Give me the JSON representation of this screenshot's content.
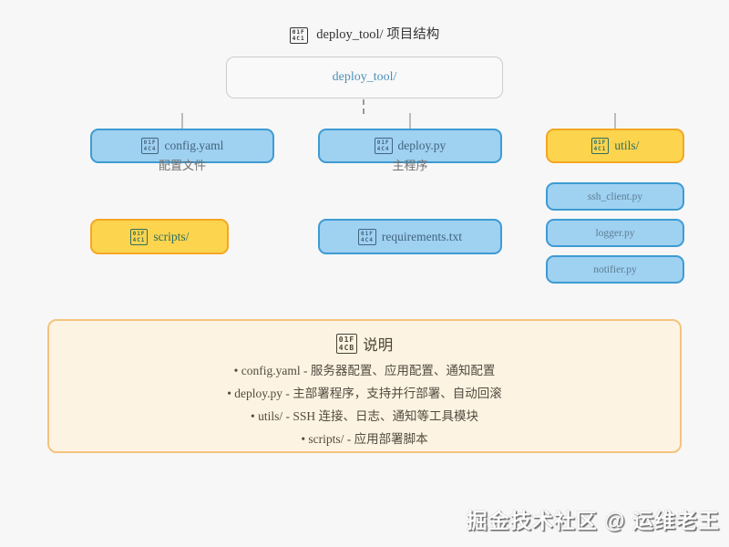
{
  "title": {
    "tofu_top": "01F",
    "tofu_bottom": "4C1",
    "text": "deploy_tool/ 项目结构"
  },
  "root_node": {
    "label": "deploy_tool/"
  },
  "nodes": {
    "config": {
      "tofu_top": "01F",
      "tofu_bottom": "4C4",
      "label": "config.yaml",
      "caption": "配置文件"
    },
    "deploy": {
      "tofu_top": "01F",
      "tofu_bottom": "4C4",
      "label": "deploy.py",
      "caption": "主程序"
    },
    "utils": {
      "tofu_top": "01F",
      "tofu_bottom": "4C1",
      "label": "utils/"
    },
    "scripts": {
      "tofu_top": "01F",
      "tofu_bottom": "4C1",
      "label": "scripts/"
    },
    "requirements": {
      "tofu_top": "01F",
      "tofu_bottom": "4C4",
      "label": "requirements.txt"
    },
    "utils_children": [
      "ssh_client.py",
      "logger.py",
      "notifier.py"
    ]
  },
  "legend": {
    "tofu_top": "01F",
    "tofu_bottom": "4CB",
    "title": "说明",
    "items": [
      "• config.yaml - 服务器配置、应用配置、通知配置",
      "• deploy.py - 主部署程序，支持并行部署、自动回滚",
      "• utils/ - SSH 连接、日志、通知等工具模块",
      "• scripts/ - 应用部署脚本"
    ]
  },
  "watermark": "掘金技术社区 @ 运维老王",
  "colors": {
    "background": "#f7f7f7",
    "blue_fill": "#9fd1f1",
    "blue_border": "#3e9bd3",
    "yellow_fill": "#fdd44e",
    "yellow_border": "#f5a623",
    "root_fill": "#f9f9f9",
    "root_border": "#cccccc",
    "root_text": "#4a90b8",
    "legend_fill": "#fdf3e2",
    "legend_border": "#f3c47d"
  }
}
